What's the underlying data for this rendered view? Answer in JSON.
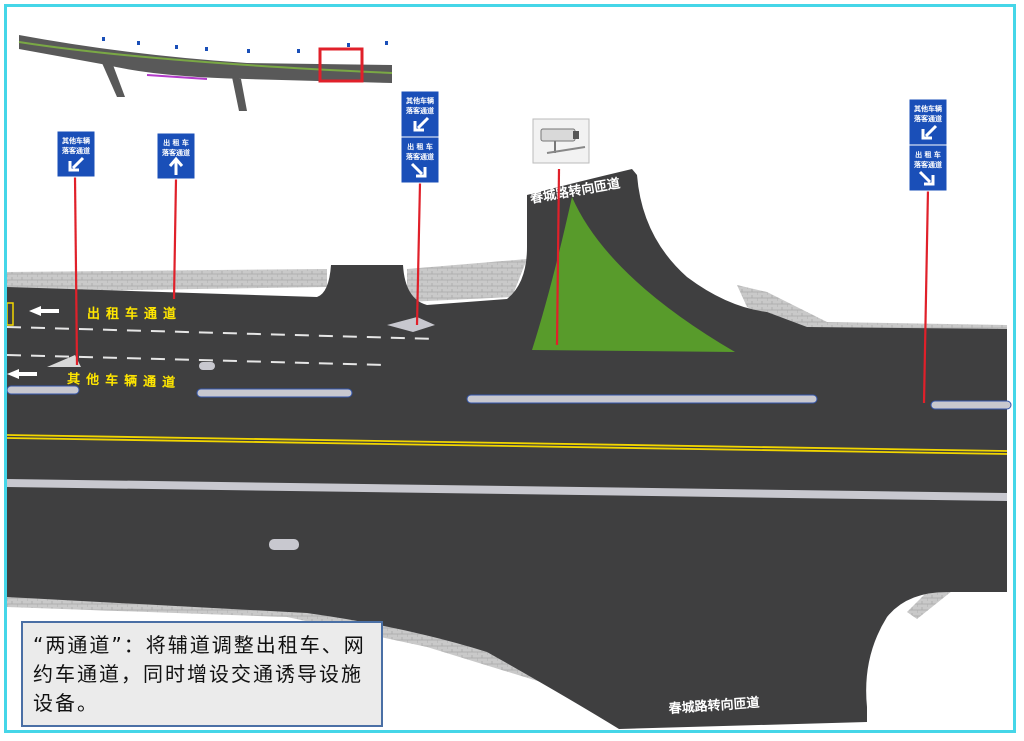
{
  "signs": {
    "other_vehicle_lane_1": "其他车辆",
    "other_vehicle_lane_2": "落客通道",
    "taxi_lane_1": "出 租 车",
    "taxi_lane_2": "落客通道"
  },
  "road_labels": {
    "ramp_top": "春城路转向匝道",
    "ramp_bottom": "春城路转向匝道"
  },
  "lane_labels": {
    "taxi_lane": "出租车通道",
    "other_lane": "其他车辆通道"
  },
  "caption": "“两通道”：将辅道调整出租车、网约车通道，同时增设交通诱导设施设备。",
  "colors": {
    "frame": "#45d6e8",
    "road": "#3f3f40",
    "sidewalk": "#c8c8c8",
    "sign": "#1a4fb8",
    "pole": "#e0202a",
    "green_area": "#5aa02a",
    "yellow_line": "#f2d600",
    "highlight_box": "#e0202a"
  }
}
